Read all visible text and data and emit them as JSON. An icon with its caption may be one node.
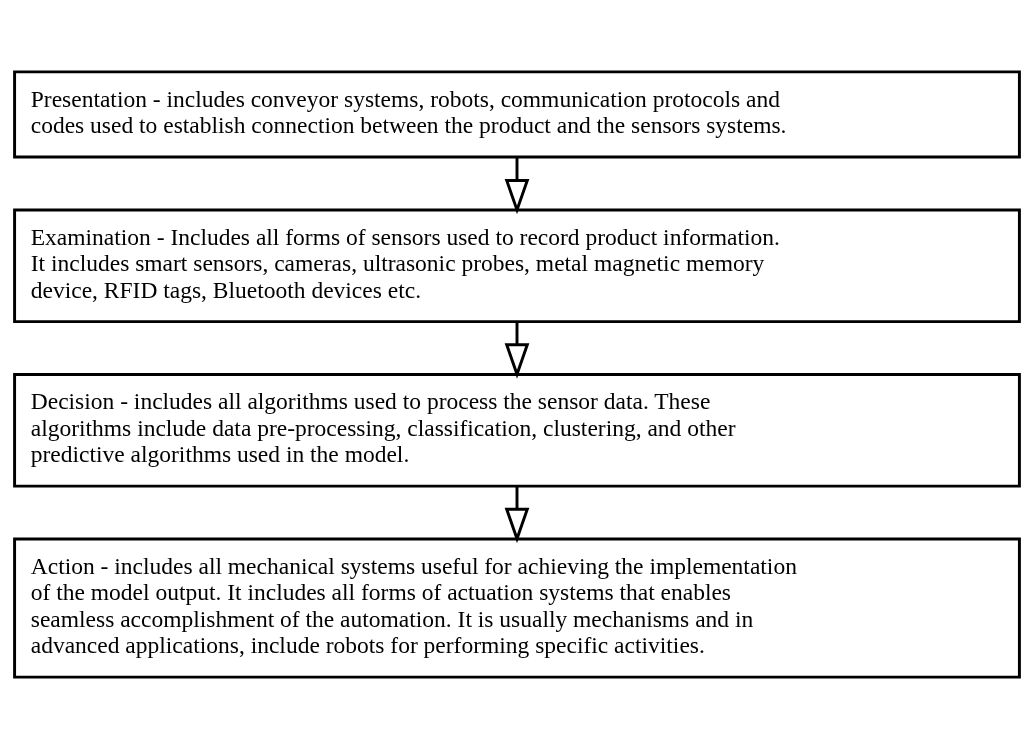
{
  "diagram": {
    "nodes": [
      {
        "text": [
          "Presentation - includes conveyor systems, robots, communication protocols and codes used to establish connection between the product and the sensors systems."
        ]
      },
      {
        "text": [
          "Examination - Includes all forms of sensors used to record product information. It includes smart sensors, cameras, ultrasonic probes, metal magnetic memory device, RFID tags, Bluetooth devices etc."
        ]
      },
      {
        "text": [
          "Decision - includes all algorithms used to process the sensor data. These algorithms include data pre-processing, classification, clustering, and other predictive algorithms used in the model."
        ]
      },
      {
        "text": [
          "Action - includes all mechanical systems useful for achieving the implementation of the model output. It includes all forms of actuation systems that enables seamless accomplishment of the automation. It is usually mechanisms and in advanced applications, include robots for performing specific activities."
        ]
      }
    ],
    "edges": [
      {
        "from": 0,
        "to": 1,
        "arrow": "to"
      },
      {
        "from": 1,
        "to": 2,
        "arrow": "to"
      },
      {
        "from": 2,
        "to": 3,
        "arrow": "to"
      }
    ]
  }
}
